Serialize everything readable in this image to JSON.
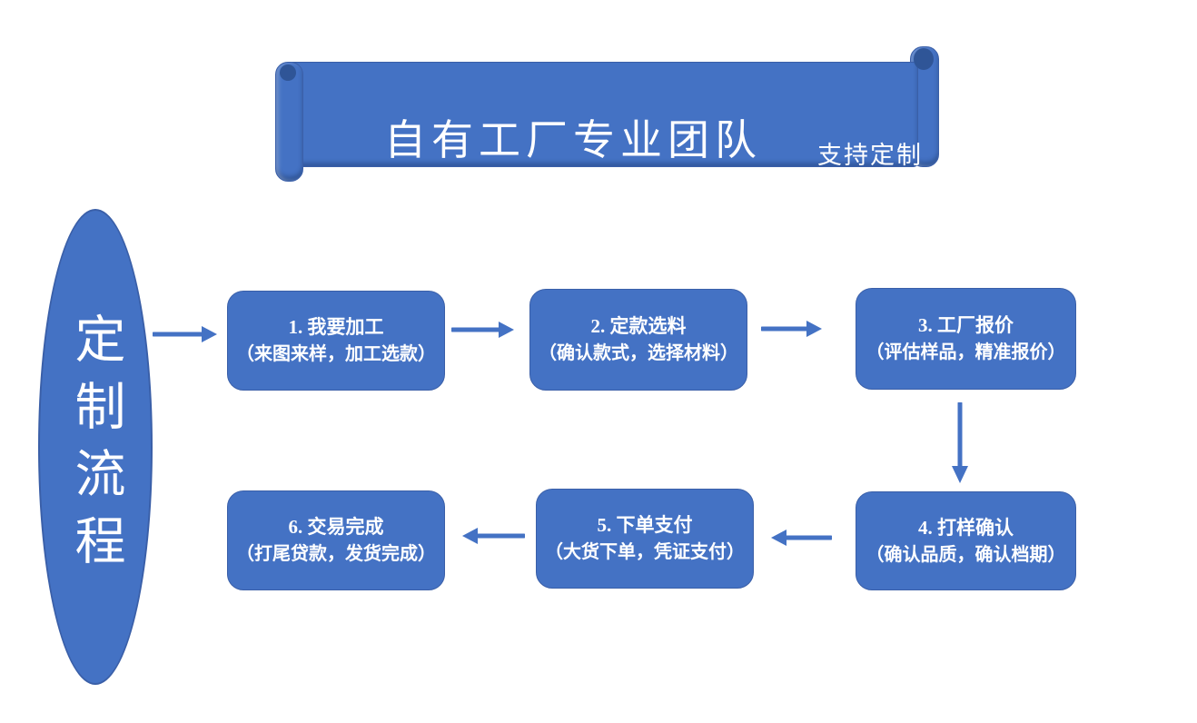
{
  "colors": {
    "shape_fill": "#4472C4",
    "shape_border": "#3A5FA8",
    "roll_cap": "#2F5597",
    "text": "#FFFFFF"
  },
  "banner": {
    "title": "自有工厂专业团队",
    "subtitle": "支持定制"
  },
  "side_label": {
    "text": "定制流程"
  },
  "steps": [
    {
      "title": "1. 我要加工",
      "subtitle": "（来图来样，加工选款）"
    },
    {
      "title": "2. 定款选料",
      "subtitle": "（确认款式，选择材料）"
    },
    {
      "title": "3. 工厂报价",
      "subtitle": "（评估样品，精准报价）"
    },
    {
      "title": "4. 打样确认",
      "subtitle": "（确认品质，确认档期）"
    },
    {
      "title": "5. 下单支付",
      "subtitle": "（大货下单，凭证支付）"
    },
    {
      "title": "6. 交易完成",
      "subtitle": "（打尾贷款，发货完成）"
    }
  ],
  "flow": {
    "arrow_directions": [
      "right",
      "right",
      "right",
      "down",
      "left",
      "left"
    ]
  }
}
